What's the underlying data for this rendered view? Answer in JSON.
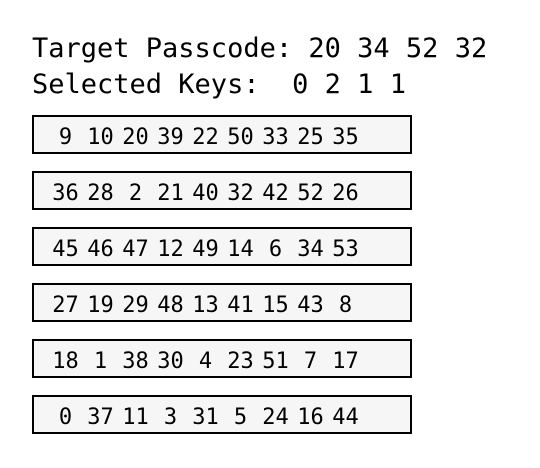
{
  "target": {
    "label": "Target Passcode:",
    "values": [
      "20",
      "34",
      "52",
      "32"
    ]
  },
  "selected": {
    "label": "Selected Keys:",
    "values": [
      "0",
      "2",
      "1",
      "1"
    ]
  },
  "keypad": {
    "rows": [
      [
        "9",
        "10",
        "20",
        "39",
        "22",
        "50",
        "33",
        "25",
        "35"
      ],
      [
        "36",
        "28",
        "2",
        "21",
        "40",
        "32",
        "42",
        "52",
        "26"
      ],
      [
        "45",
        "46",
        "47",
        "12",
        "49",
        "14",
        "6",
        "34",
        "53"
      ],
      [
        "27",
        "19",
        "29",
        "48",
        "13",
        "41",
        "15",
        "43",
        "8"
      ],
      [
        "18",
        "1",
        "38",
        "30",
        "4",
        "23",
        "51",
        "7",
        "17"
      ],
      [
        "0",
        "37",
        "11",
        "3",
        "31",
        "5",
        "24",
        "16",
        "44"
      ]
    ]
  }
}
